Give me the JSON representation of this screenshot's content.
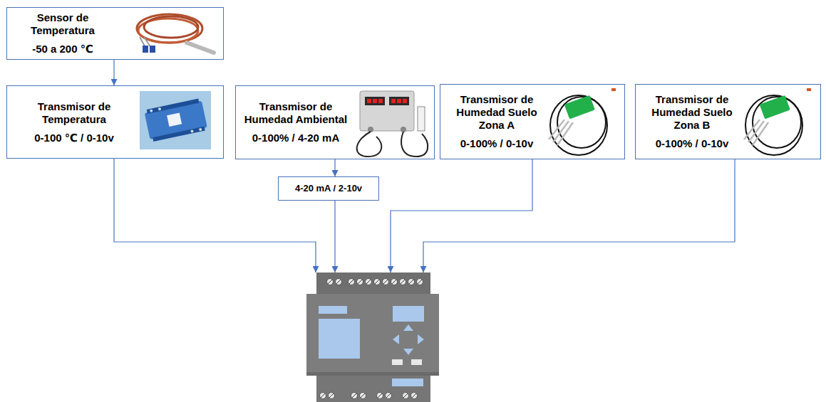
{
  "diagram": {
    "nodes": [
      {
        "text": [
          "Sensor de Temperatura",
          "-50 a 200 ℃"
        ]
      },
      {
        "text": [
          "Transmisor de Temperatura",
          "0-100 ℃ / 0-10v"
        ]
      },
      {
        "text": [
          "Transmisor de Humedad Ambiental",
          "0-100% / 4-20 mA"
        ]
      },
      {
        "text": [
          "Transmisor de Humedad Suelo Zona A",
          "0-100% / 0-10v"
        ]
      },
      {
        "text": [
          "Transmisor de Humedad Suelo Zona B",
          "0-100% / 0-10v"
        ]
      },
      {
        "text": [
          "4-20 mA / 2-10v"
        ]
      },
      {
        "text": []
      }
    ],
    "edges": [
      {
        "from": 0,
        "to": 1,
        "arrow": "to"
      },
      {
        "from": 1,
        "to": 6,
        "arrow": "to"
      },
      {
        "from": 2,
        "to": 5,
        "arrow": "to"
      },
      {
        "from": 5,
        "to": 6,
        "arrow": "to"
      },
      {
        "from": 3,
        "to": 6,
        "arrow": "to"
      },
      {
        "from": 4,
        "to": 6,
        "arrow": "to"
      }
    ]
  }
}
